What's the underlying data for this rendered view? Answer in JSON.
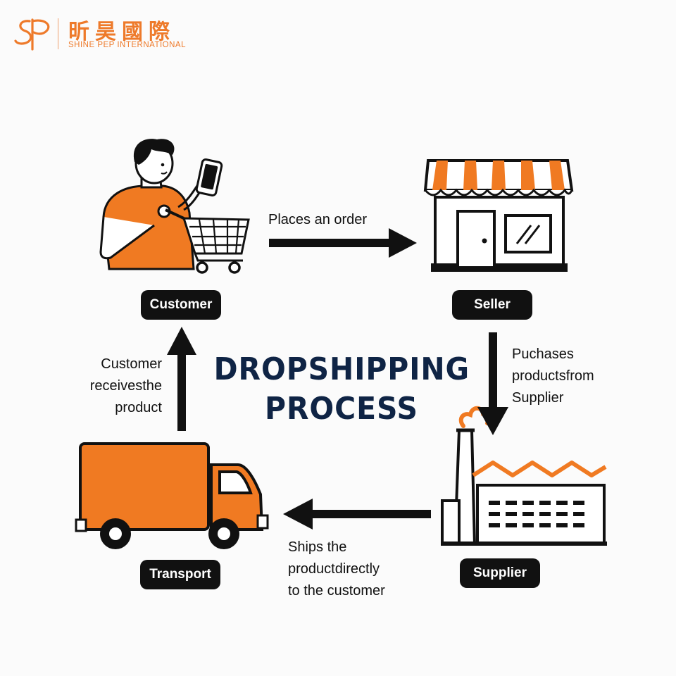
{
  "logo": {
    "monogram": "SP",
    "chinese_name": "昕昊國際",
    "english_name": "SHINE PEP INTERNATIONAL"
  },
  "title": {
    "line1": "DROPSHIPPING",
    "line2": "PROCESS"
  },
  "nodes": {
    "customer": "Customer",
    "seller": "Seller",
    "supplier": "Supplier",
    "transport": "Transport"
  },
  "steps": {
    "customer_to_seller": "Places an order",
    "seller_to_supplier": [
      "Puchases",
      "productsfrom",
      "Supplier"
    ],
    "supplier_to_transport": [
      "Ships the",
      "productdirectly",
      "to the customer"
    ],
    "transport_to_customer": [
      "Customer",
      "receivesthe",
      "product"
    ]
  },
  "colors": {
    "accent": "#f07a22",
    "ink": "#111111",
    "title": "#0f2445",
    "background": "#fbfbfb"
  },
  "icons": [
    "customer-with-cart-icon",
    "storefront-icon",
    "factory-icon",
    "delivery-truck-icon",
    "arrow-icon"
  ]
}
